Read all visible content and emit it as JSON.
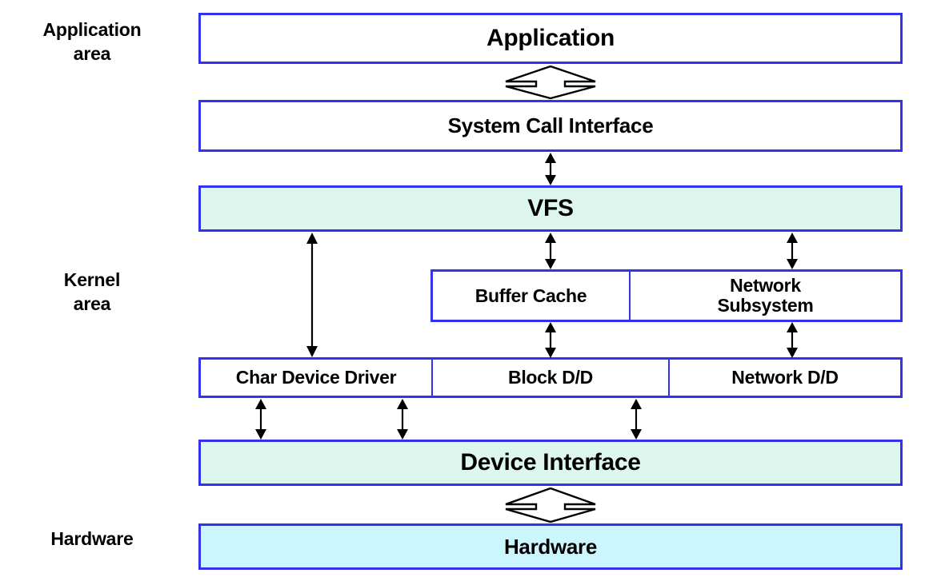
{
  "diagram": {
    "title": "Linux kernel I/O layering diagram",
    "colors": {
      "border": "#3333ee",
      "white": "#ffffff",
      "mint": "#ddf7ef",
      "cyan_mint": "#b6f2e5",
      "green": "#d6f5a0",
      "cyan": "#ccf6fd",
      "text": "#000000"
    },
    "area_labels": [
      {
        "id": "application-area",
        "line1": "Application",
        "line2": "area"
      },
      {
        "id": "kernel-area",
        "line1": "Kernel",
        "line2": "area"
      },
      {
        "id": "hardware-area",
        "line1": "Hardware",
        "line2": ""
      }
    ],
    "boxes": [
      {
        "id": "application",
        "label": "Application"
      },
      {
        "id": "system-call-interface",
        "label": "System Call Interface"
      },
      {
        "id": "vfs",
        "label": "VFS"
      },
      {
        "id": "buffer-cache",
        "label": "Buffer Cache"
      },
      {
        "id": "network-subsystem",
        "label": "Network Subsystem"
      },
      {
        "id": "char-device-driver",
        "label": "Char Device Driver"
      },
      {
        "id": "block-dd",
        "label": "Block D/D"
      },
      {
        "id": "network-dd",
        "label": "Network D/D"
      },
      {
        "id": "device-interface",
        "label": "Device Interface"
      },
      {
        "id": "hardware",
        "label": "Hardware"
      }
    ],
    "connectors": [
      {
        "id": "application-to-syscall",
        "style": "block-double-arrow",
        "from": "application",
        "to": "system-call-interface"
      },
      {
        "id": "syscall-to-vfs",
        "style": "thin-double-arrow",
        "from": "system-call-interface",
        "to": "vfs"
      },
      {
        "id": "vfs-to-char-device-driver",
        "style": "thin-double-arrow",
        "from": "vfs",
        "to": "char-device-driver"
      },
      {
        "id": "vfs-to-buffer-cache",
        "style": "thin-double-arrow",
        "from": "vfs",
        "to": "buffer-cache"
      },
      {
        "id": "vfs-to-network-subsystem",
        "style": "thin-double-arrow",
        "from": "vfs",
        "to": "network-subsystem"
      },
      {
        "id": "buffer-cache-to-block-dd",
        "style": "thin-double-arrow",
        "from": "buffer-cache",
        "to": "block-dd"
      },
      {
        "id": "network-subsystem-to-network-dd",
        "style": "thin-double-arrow",
        "from": "network-subsystem",
        "to": "network-dd"
      },
      {
        "id": "char-device-driver-to-device-interface",
        "style": "thin-double-arrow",
        "from": "char-device-driver",
        "to": "device-interface"
      },
      {
        "id": "block-dd-to-device-interface",
        "style": "thin-double-arrow",
        "from": "block-dd",
        "to": "device-interface"
      },
      {
        "id": "network-dd-to-device-interface",
        "style": "thin-double-arrow",
        "from": "network-dd",
        "to": "device-interface"
      },
      {
        "id": "device-interface-to-hardware",
        "style": "block-double-arrow",
        "from": "device-interface",
        "to": "hardware"
      }
    ]
  }
}
